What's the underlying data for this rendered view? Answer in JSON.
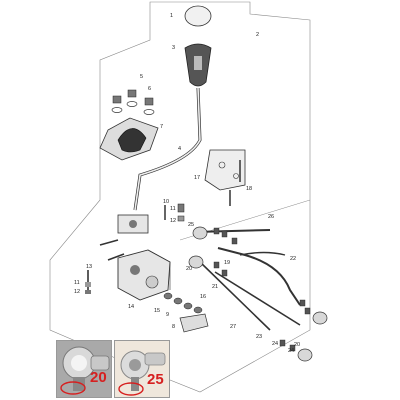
{
  "callouts": [
    "1",
    "2",
    "3",
    "5",
    "6",
    "7",
    "4",
    "17",
    "18",
    "10",
    "11",
    "12",
    "19",
    "25",
    "26",
    "22",
    "20",
    "21",
    "13",
    "11",
    "12",
    "14",
    "15",
    "16",
    "9",
    "8",
    "27",
    "23",
    "24",
    "24",
    "20"
  ],
  "insets": [
    {
      "label": "20"
    },
    {
      "label": "25"
    }
  ],
  "colors": {
    "line": "#333333",
    "part_fill": "#e6e6e6",
    "dark_part": "#555555",
    "highlight": "#d62020"
  }
}
